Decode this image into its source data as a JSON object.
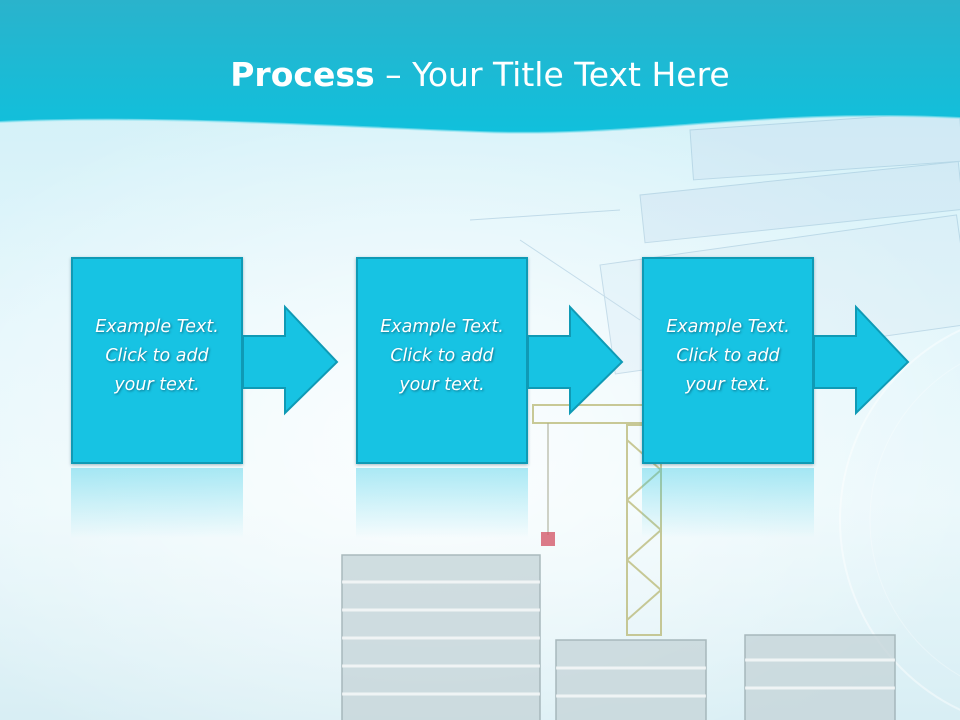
{
  "slide": {
    "title_bold": "Process",
    "title_rest": " – Your Title Text Here",
    "steps": [
      {
        "line1": "Example Text.",
        "line2": "Click  to add",
        "line3": "your text."
      },
      {
        "line1": "Example Text.",
        "line2": "Click  to add",
        "line3": "your text."
      },
      {
        "line1": "Example Text.",
        "line2": "Click  to add",
        "line3": "your text."
      }
    ]
  },
  "colors": {
    "header": "#1fb8d3",
    "box_fill": "#17c3e3",
    "box_border": "#0f9ab5",
    "text": "#ffffff"
  }
}
